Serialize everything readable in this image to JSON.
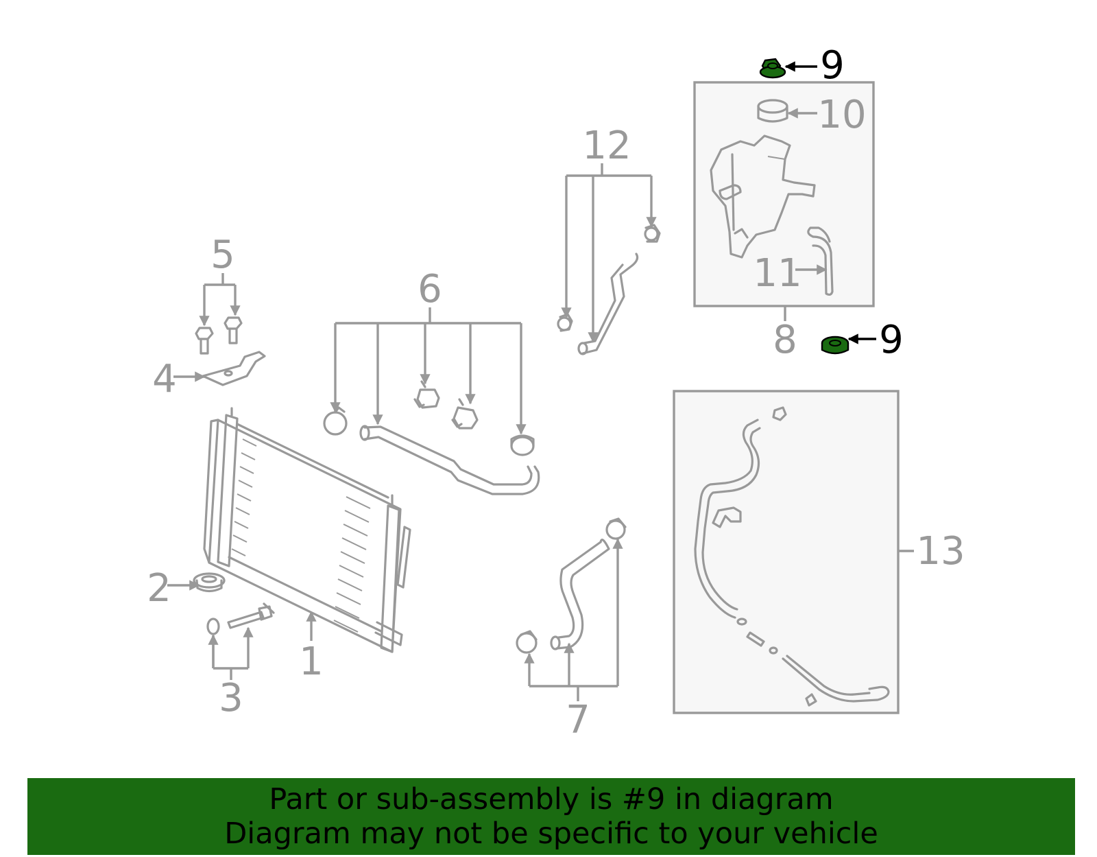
{
  "colors": {
    "line": "#999999",
    "highlight_fill": "#1a6b11",
    "highlight_stroke": "#000000",
    "banner_bg": "#1a6b11",
    "banner_text": "#000000"
  },
  "highlighted_callout": "9",
  "callouts": {
    "c1": "1",
    "c2": "2",
    "c3": "3",
    "c4": "4",
    "c5": "5",
    "c6": "6",
    "c7": "7",
    "c8": "8",
    "c9a": "9",
    "c9b": "9",
    "c10": "10",
    "c11": "11",
    "c12": "12",
    "c13": "13"
  },
  "banner": {
    "line1": "Part or sub-assembly is #9 in diagram",
    "line2": "Diagram may not be specific to your vehicle"
  }
}
